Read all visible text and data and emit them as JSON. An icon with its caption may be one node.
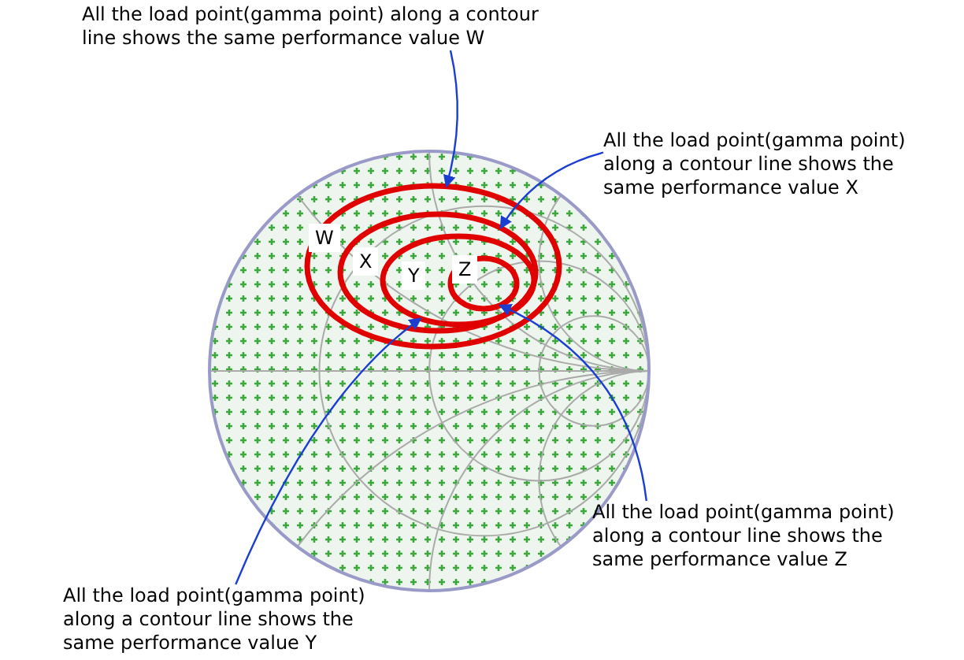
{
  "diagram": {
    "nodes": [
      {
        "text": [
          "All the load point(gamma point) along a contour line shows the same performance value W"
        ]
      },
      {
        "text": [
          "All the load point(gamma point) along a contour line shows the same performance value X"
        ]
      },
      {
        "text": [],
        "shape": "picture"
      },
      {
        "text": [],
        "shape": "circle",
        "in": 2
      },
      {
        "text": [],
        "shape": "circle",
        "in": 3
      },
      {
        "text": [],
        "shape": "circle",
        "in": 4
      },
      {
        "text": [],
        "shape": "circle",
        "in": 5
      },
      {
        "text": [
          "All the load point(gamma point) along a contour line shows the same performance value Z"
        ]
      },
      {
        "text": [
          "All the load point(gamma point) along a contour line shows the same performance value Y"
        ]
      }
    ],
    "edges": [
      {
        "from": 0,
        "to": 3,
        "arrow": "to"
      },
      {
        "from": 1,
        "to": 4,
        "arrow": "to"
      },
      {
        "from": 8,
        "to": 5,
        "arrow": "to"
      },
      {
        "from": 7,
        "to": 6,
        "arrow": "to"
      }
    ],
    "labels": [
      "W",
      "X",
      "Y",
      "Z"
    ]
  }
}
